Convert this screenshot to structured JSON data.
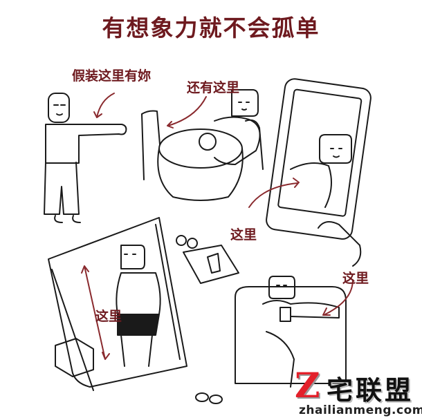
{
  "title": "有想象力就不会孤单",
  "captions": {
    "pretend_you_are_here": "假装这里有妳",
    "also_here": "还有这里",
    "here_phone": "这里",
    "here_blanket": "这里",
    "here_sofa": "这里"
  },
  "watermark": {
    "logo_letter": "Z",
    "brand": "宅联盟",
    "url": "zhailianmeng.com"
  },
  "colors": {
    "caption": "#6e1a1f",
    "logo_red": "#e3202a",
    "line": "#1a1a1a"
  }
}
